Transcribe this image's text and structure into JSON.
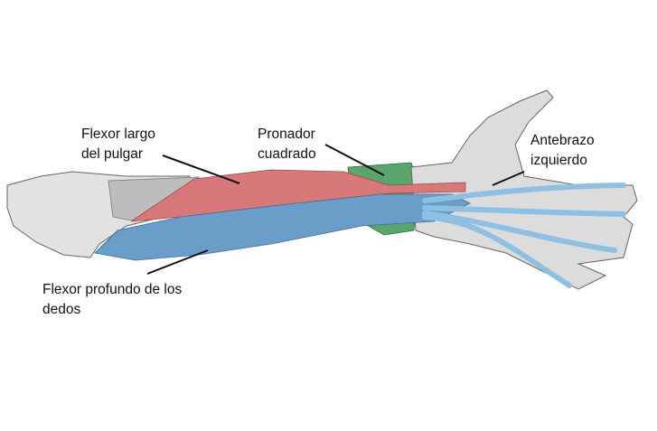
{
  "title": "Antebrazo izquierdo",
  "labels": {
    "flexor_largo": [
      "Flexor largo",
      "del pulgar"
    ],
    "pronador": [
      "Pronador",
      "cuadrado"
    ],
    "antebrazo": [
      "Antebrazo",
      "izquierdo"
    ],
    "flexor_profundo": [
      "Flexor profundo de los",
      "dedos"
    ]
  },
  "colors": {
    "flexor_largo": "#d9787a",
    "pronador": "#5aa56e",
    "flexor_profundo": "#6a9ec9",
    "tendon": "#8fc0e4",
    "bone": "#d8d8d8"
  }
}
